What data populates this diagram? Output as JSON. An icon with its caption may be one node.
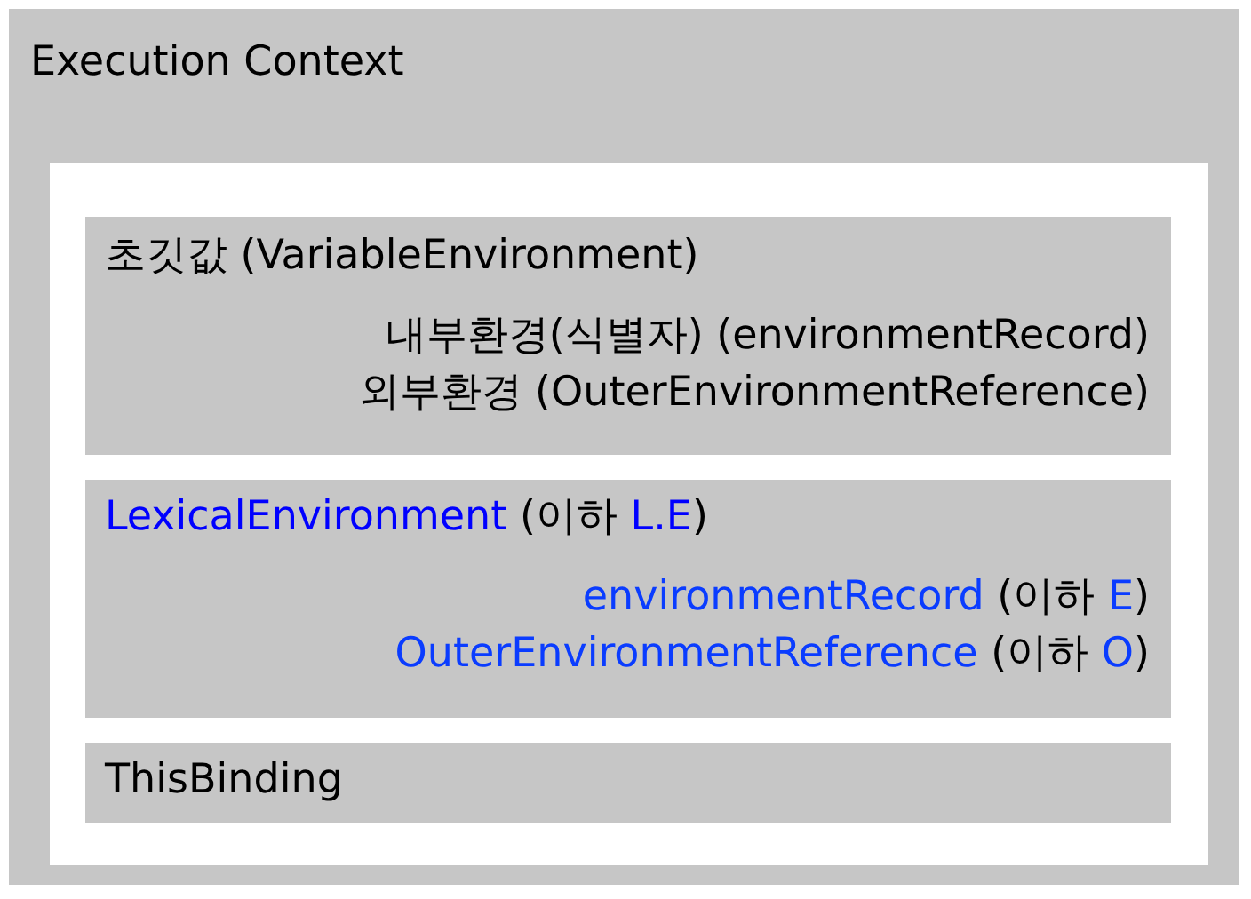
{
  "diagram": {
    "nodes": [
      {
        "text": [
          "Execution Context"
        ]
      },
      {
        "text": [],
        "shape": "box",
        "in": 0
      },
      {
        "text": [
          "초깃값 (VariableEnvironment)",
          "내부환경(식별자) (environmentRecord)",
          "외부환경 (OuterEnvironmentReference)"
        ],
        "in": 1
      },
      {
        "text": [
          "LexicalEnvironment (이하 L.E)",
          "environmentRecord (이하 E)",
          "OuterEnvironmentReference (이하 O)"
        ],
        "in": 1
      },
      {
        "text": [
          "ThisBinding"
        ],
        "in": 1
      }
    ]
  }
}
